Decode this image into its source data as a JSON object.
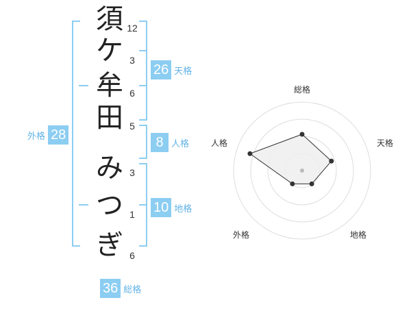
{
  "name_chars": [
    {
      "char": "須",
      "strokes": "12"
    },
    {
      "char": "ケ",
      "strokes": "3"
    },
    {
      "char": "牟",
      "strokes": "6"
    },
    {
      "char": "田",
      "strokes": "5"
    },
    {
      "char": "み",
      "strokes": "3"
    },
    {
      "char": "つ",
      "strokes": "1"
    },
    {
      "char": "ぎ",
      "strokes": "6"
    }
  ],
  "scores": {
    "tenkaku": {
      "value": "26",
      "label": "天格"
    },
    "jinkaku": {
      "value": "8",
      "label": "人格"
    },
    "chikaku": {
      "value": "10",
      "label": "地格"
    },
    "gaikaku": {
      "value": "28",
      "label": "外格"
    },
    "soukaku": {
      "value": "36",
      "label": "総格"
    }
  },
  "radar": {
    "labels": {
      "top": "総格",
      "right": "天格",
      "bottom_right": "地格",
      "bottom_left": "外格",
      "left": "人格"
    },
    "rings": 4,
    "values": {
      "soukaku": 0.53,
      "tenkaku": 0.45,
      "chikaku": 0.24,
      "gaikaku": 0.24,
      "jinkaku": 0.8
    },
    "colors": {
      "grid": "#dddddd",
      "fill": "#efefef",
      "stroke": "#333333",
      "center": "#bbbbbb",
      "bracket": "#8ccdf2"
    }
  }
}
